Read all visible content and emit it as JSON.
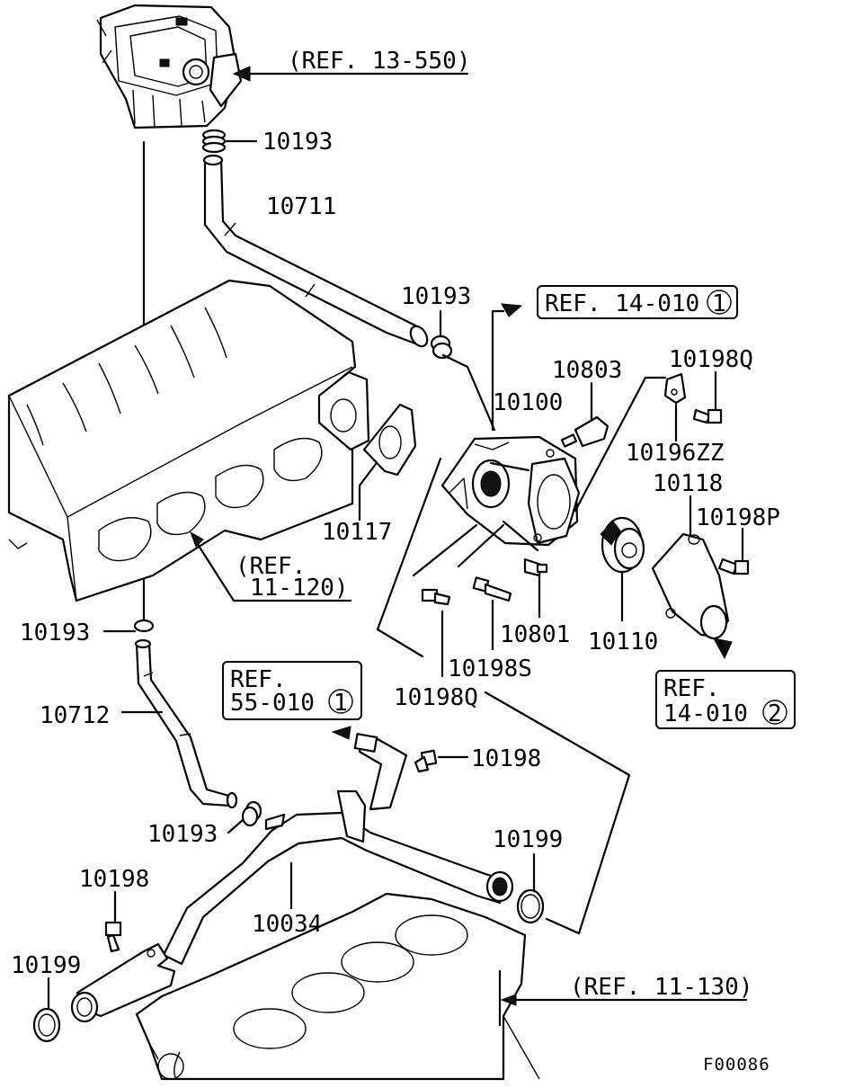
{
  "figure_code": "F00086",
  "references": {
    "throttle": "(REF. 13-550)",
    "upper_right": {
      "text": "REF. 14-010",
      "circle": "1"
    },
    "intake_manifold_line1": "(REF.",
    "intake_manifold_line2": "11-120)",
    "heater_line1": "REF.",
    "heater_line2": "55-010",
    "heater_circle": "1",
    "outlet_line1": "REF.",
    "outlet_line2": "14-010",
    "outlet_circle": "2",
    "engine_block": "(REF. 11-130)"
  },
  "parts": {
    "p10193_a": "10193",
    "p10711": "10711",
    "p10193_b": "10193",
    "p10803": "10803",
    "p10100": "10100",
    "p10198Q_a": "10198Q",
    "p10196ZZ": "10196ZZ",
    "p10118": "10118",
    "p10198P": "10198P",
    "p10117": "10117",
    "p10193_c": "10193",
    "p10801": "10801",
    "p10110": "10110",
    "p10198S": "10198S",
    "p10198Q_b": "10198Q",
    "p10712": "10712",
    "p10198_a": "10198",
    "p10193_d": "10193",
    "p10199_a": "10199",
    "p10198_b": "10198",
    "p10034": "10034",
    "p10199_b": "10199"
  }
}
